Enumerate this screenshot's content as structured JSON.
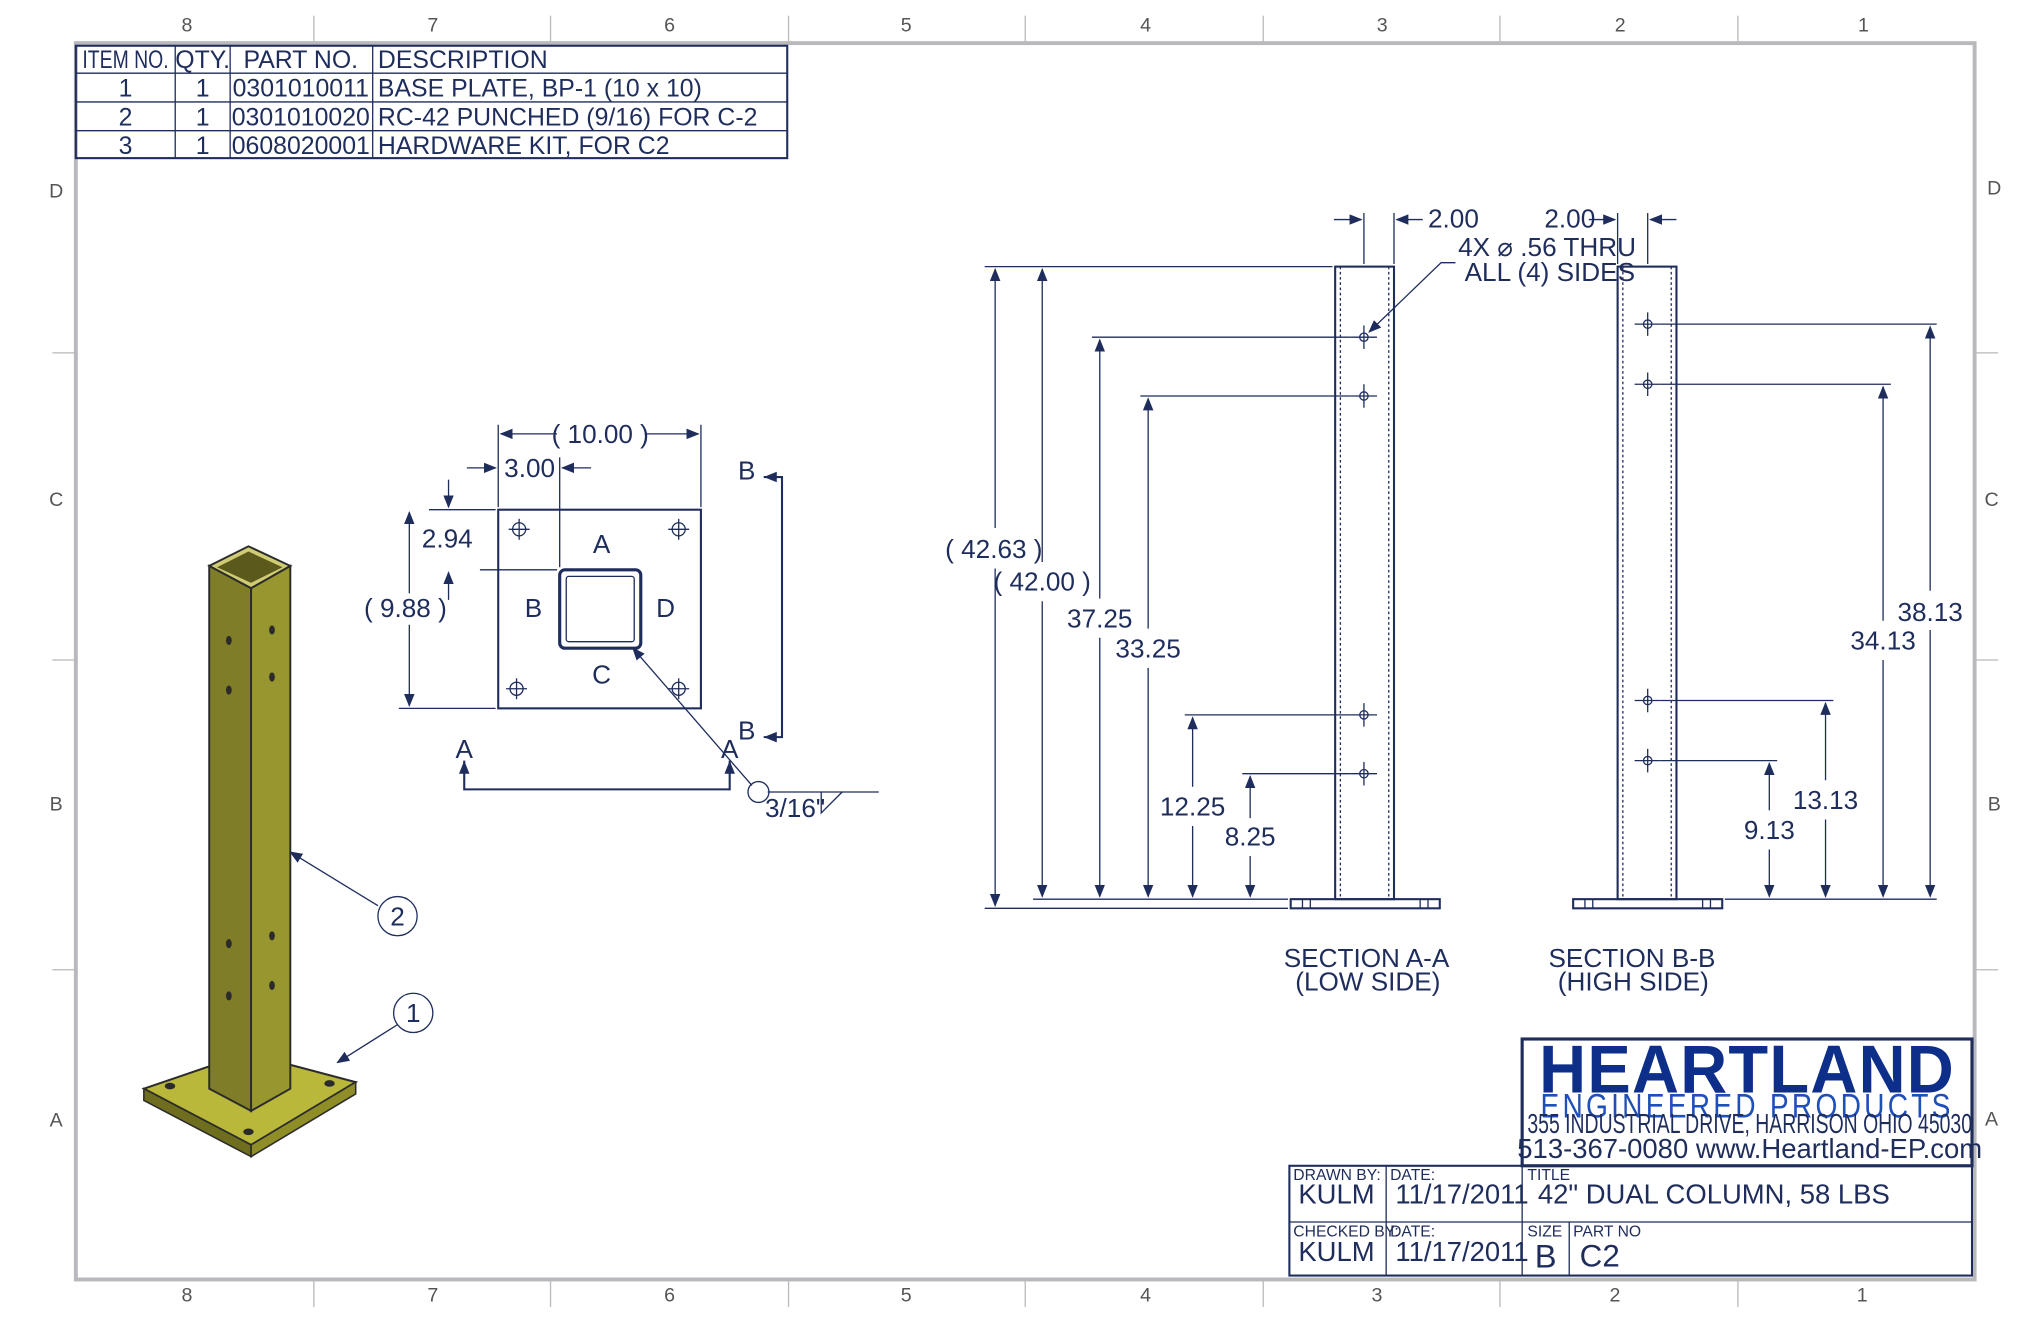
{
  "zones": {
    "columns": [
      "8",
      "7",
      "6",
      "5",
      "4",
      "3",
      "2",
      "1"
    ],
    "rows": [
      "D",
      "C",
      "B",
      "A"
    ]
  },
  "bom": {
    "headers": [
      "ITEM NO.",
      "QTY.",
      "PART NO.",
      "DESCRIPTION"
    ],
    "rows": [
      [
        "1",
        "1",
        "0301010011",
        "BASE PLATE, BP-1 (10 x 10)"
      ],
      [
        "2",
        "1",
        "0301010020",
        "RC-42 PUNCHED (9/16) FOR C-2"
      ],
      [
        "3",
        "1",
        "0608020001",
        "HARDWARE KIT, FOR C2"
      ]
    ]
  },
  "plate_view": {
    "dims": {
      "width": "( 10.00 )",
      "offset": "3.00",
      "edge": "2.94",
      "height": "( 9.88 )"
    },
    "face_labels": {
      "top": "A",
      "left": "B",
      "right": "D",
      "bottom": "C"
    },
    "section_markers": {
      "a_left": "A",
      "a_right": "A",
      "b_top": "B",
      "b_bottom": "B"
    },
    "weld": "3/16\""
  },
  "balloons": [
    "2",
    "1"
  ],
  "section_a": {
    "dims": {
      "overall": "( 42.63 )",
      "column": "( 42.00 )",
      "h1": "37.25",
      "h2": "33.25",
      "h3": "12.25",
      "h4": "8.25",
      "width": "2.00"
    },
    "note_line1": "4X ⌀ .56 THRU",
    "note_line2": "ALL (4) SIDES",
    "caption": "SECTION A-A",
    "subcaption": "(LOW SIDE)"
  },
  "section_b": {
    "dims": {
      "h1": "38.13",
      "h2": "34.13",
      "h3": "13.13",
      "h4": "9.13",
      "width": "2.00"
    },
    "caption": "SECTION B-B",
    "subcaption": "(HIGH SIDE)"
  },
  "colors": {
    "ink": "#1f2d5c",
    "logo": "#0d2f8a",
    "column": "#8c8a2c",
    "plate": "#b9b83a"
  },
  "title_block": {
    "company": "HEARTLAND",
    "company_sub": "ENGINEERED PRODUCTS",
    "address": "355 INDUSTRIAL DRIVE, HARRISON OHIO 45030",
    "contact": "513-367-0080 www.Heartland-EP.com",
    "drawn_by_label": "DRAWN BY:",
    "drawn_by": "KULM",
    "date_label": "DATE:",
    "drawn_date": "11/17/2011",
    "checked_by_label": "CHECKED BY:",
    "checked_by": "KULM",
    "checked_date": "11/17/2011",
    "title_label": "TITLE",
    "title": "42\" DUAL COLUMN, 58 LBS",
    "size_label": "SIZE",
    "size": "B",
    "part_no_label": "PART NO",
    "part_no": "C2"
  }
}
